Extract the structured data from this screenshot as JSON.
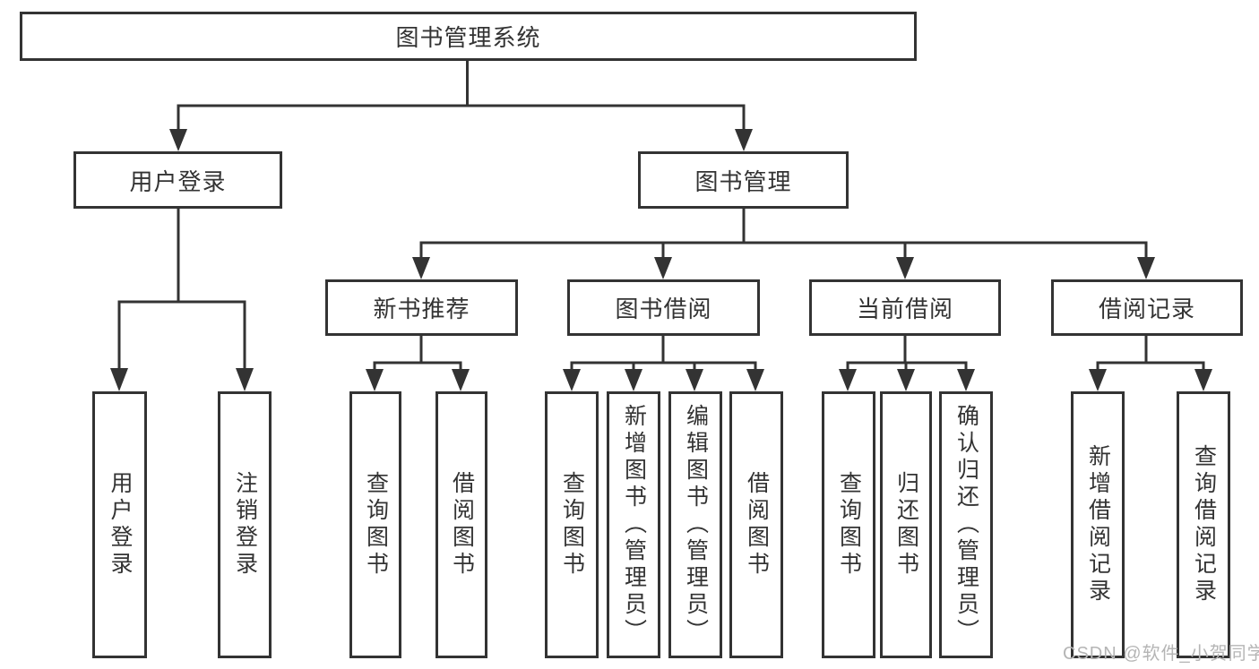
{
  "diagram": {
    "type": "hierarchy-tree",
    "colors": {
      "line": "#333333",
      "box_border": "#333333",
      "text": "#333333",
      "watermark": "#b5b5b5",
      "background": "#ffffff"
    }
  },
  "tree": {
    "label": "图书管理系统",
    "children": [
      {
        "label": "用户登录",
        "children": [
          {
            "label": "用户登录"
          },
          {
            "label": "注销登录"
          }
        ]
      },
      {
        "label": "图书管理",
        "children": [
          {
            "label": "新书推荐",
            "children": [
              {
                "label": "查询图书"
              },
              {
                "label": "借阅图书"
              }
            ]
          },
          {
            "label": "图书借阅",
            "children": [
              {
                "label": "查询图书"
              },
              {
                "label": "新增图书（管理员）"
              },
              {
                "label": "编辑图书（管理员）"
              },
              {
                "label": "借阅图书"
              }
            ]
          },
          {
            "label": "当前借阅",
            "children": [
              {
                "label": "查询图书"
              },
              {
                "label": "归还图书"
              },
              {
                "label": "确认归还（管理员）"
              }
            ]
          },
          {
            "label": "借阅记录",
            "children": [
              {
                "label": "新增借阅记录"
              },
              {
                "label": "查询借阅记录"
              }
            ]
          }
        ]
      }
    ]
  },
  "watermark": {
    "text": "CSDN @软件_小贺同学"
  }
}
